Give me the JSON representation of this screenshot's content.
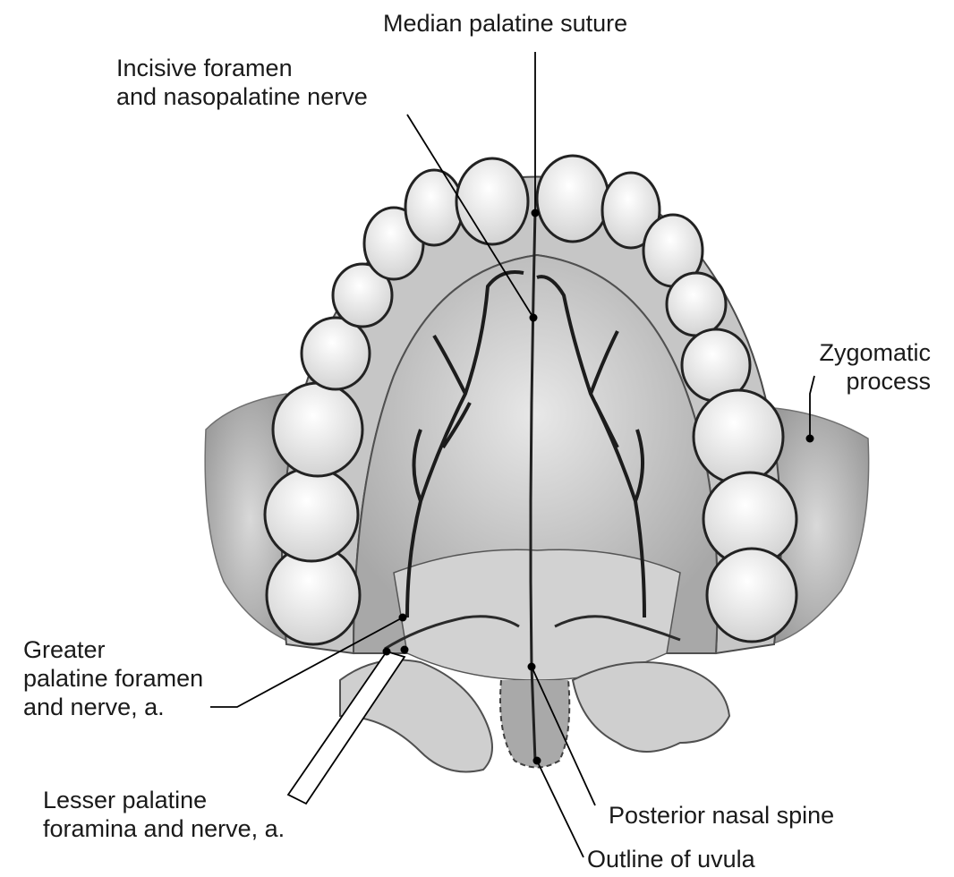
{
  "labels": {
    "median_palatine_suture": "Median palatine suture",
    "incisive_foramen_line1": "Incisive foramen",
    "incisive_foramen_line2": "and nasopalatine nerve",
    "zygomatic_line1": "Zygomatic",
    "zygomatic_line2": "process",
    "greater_palatine_line1": "Greater",
    "greater_palatine_line2": "palatine foramen",
    "greater_palatine_line3": "and nerve, a.",
    "lesser_palatine_line1": "Lesser palatine",
    "lesser_palatine_line2": "foramina and nerve, a.",
    "posterior_nasal_spine": "Posterior nasal spine",
    "outline_of_uvula": "Outline of uvula"
  },
  "colors": {
    "text": "#1a1a1a",
    "lines": "#000000",
    "shading": "#b8b8b8",
    "background": "#ffffff"
  }
}
